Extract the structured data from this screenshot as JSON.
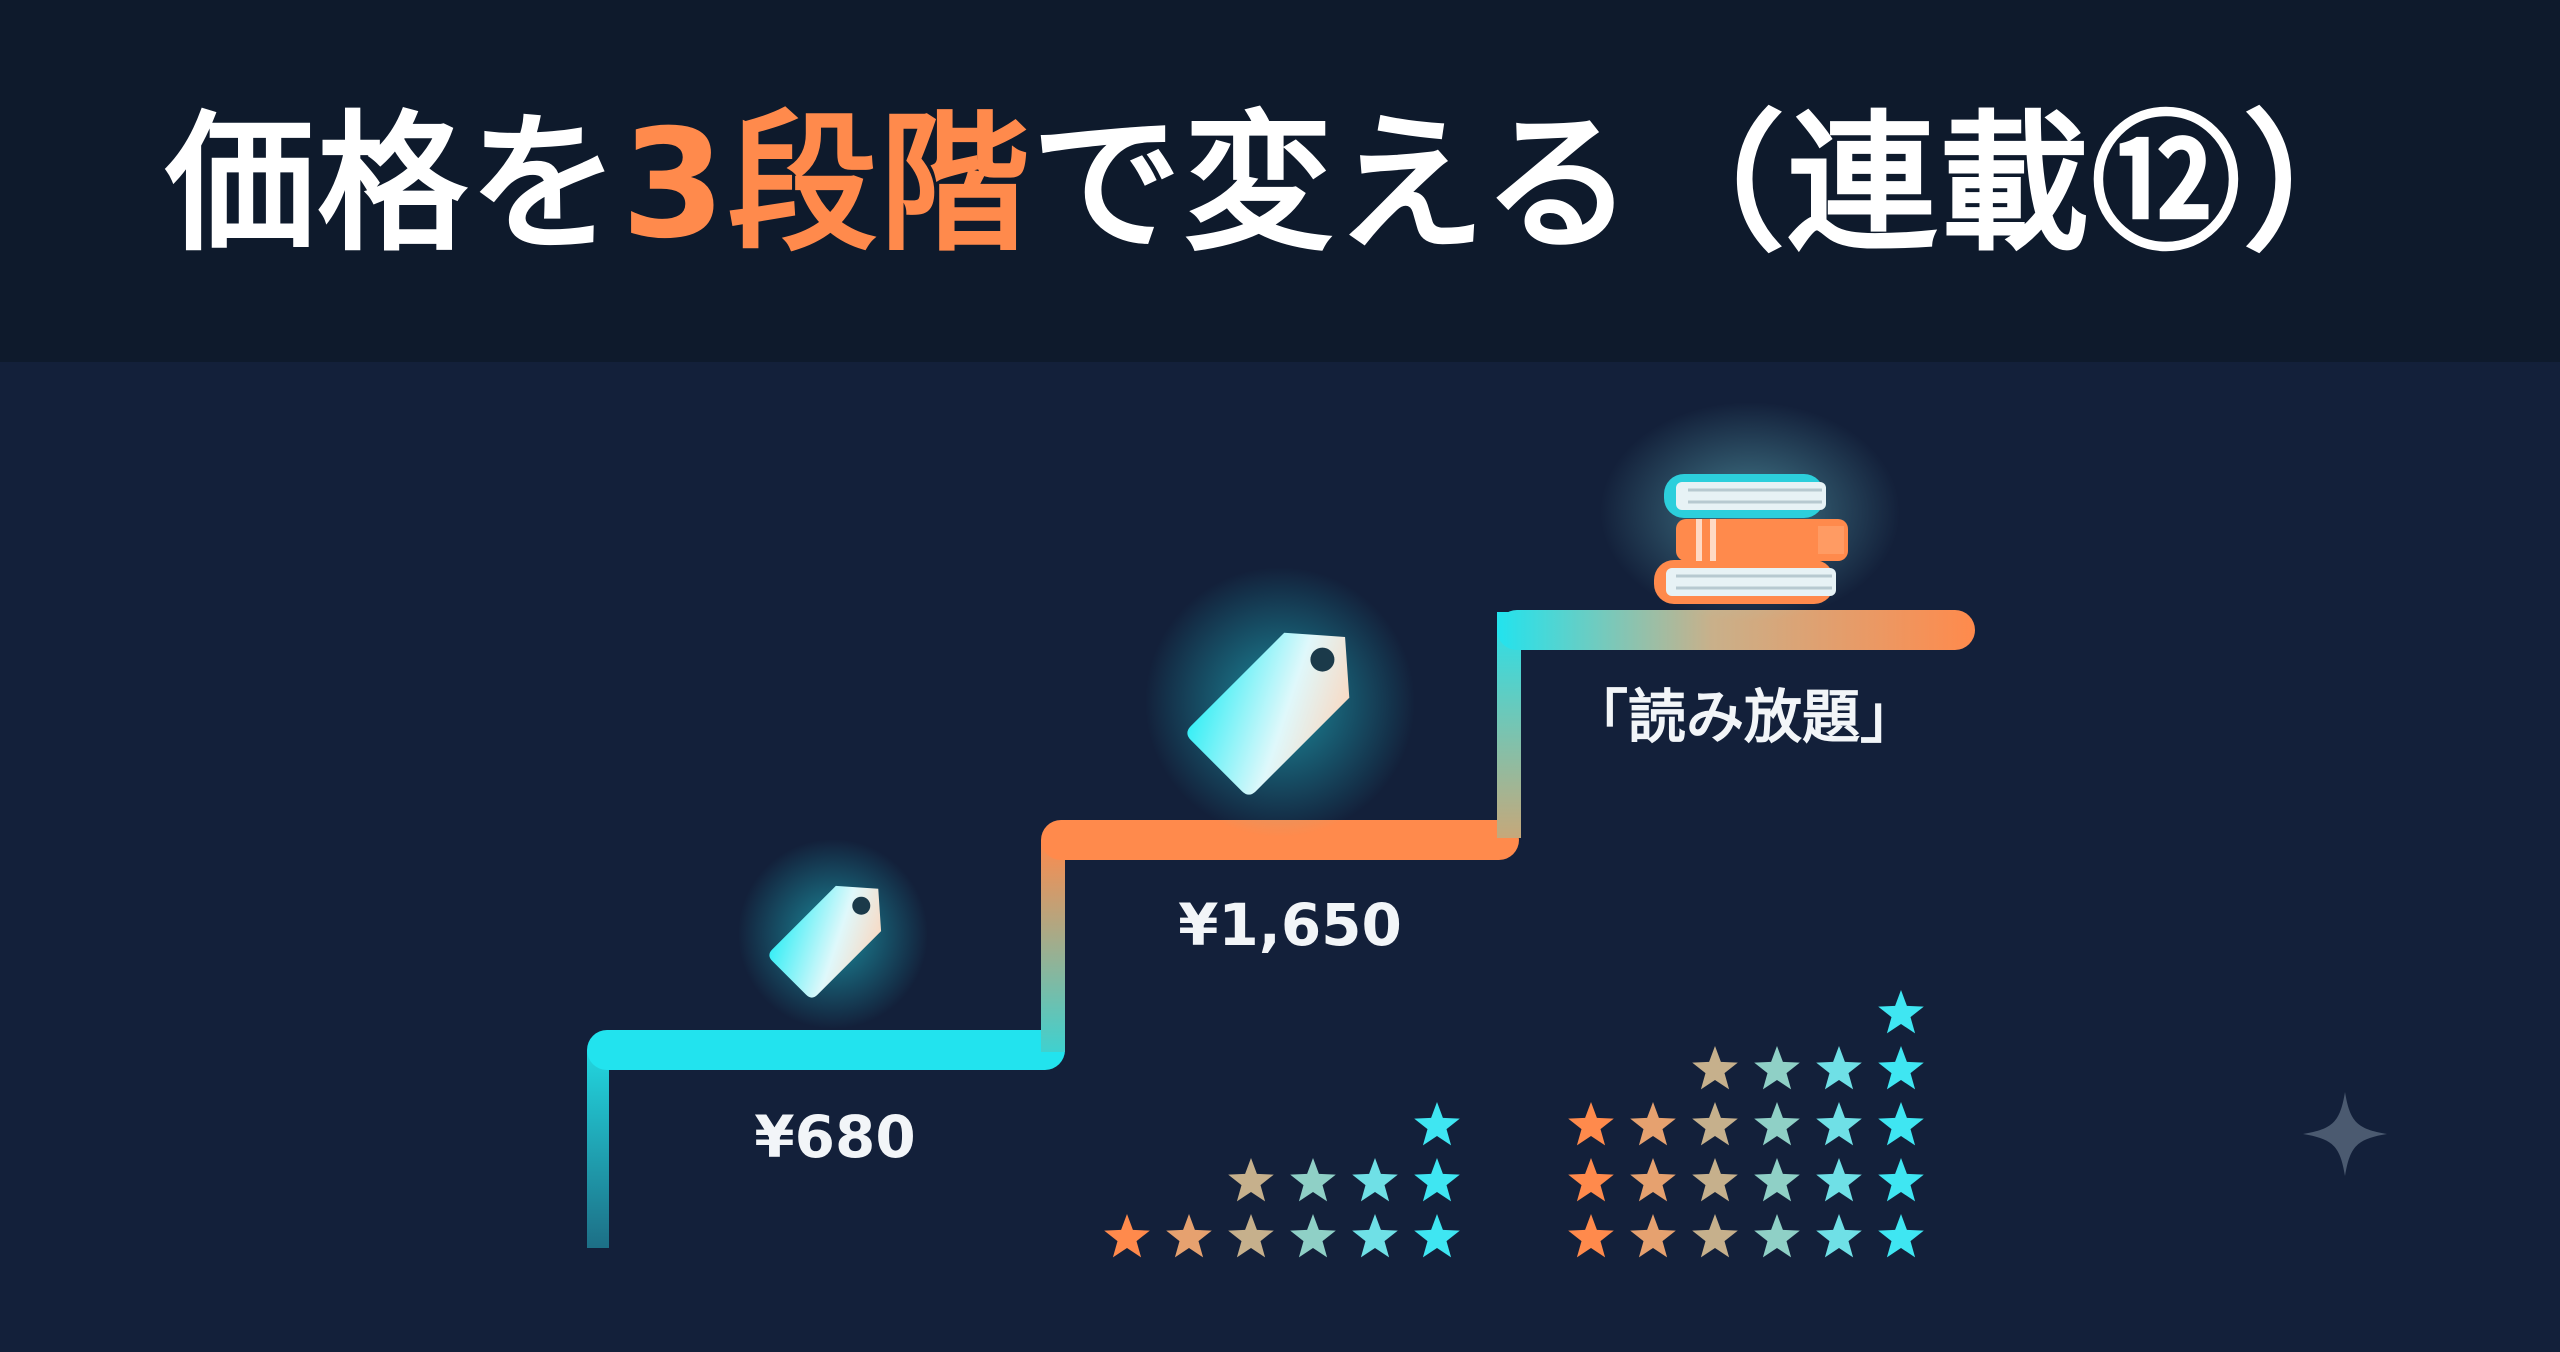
{
  "title": {
    "prefix": "価格を",
    "highlight": "3段階",
    "suffix": "で変える（連載⑫）"
  },
  "tiers": [
    {
      "label": "¥680",
      "level": 1
    },
    {
      "label": "¥1,650",
      "level": 2
    },
    {
      "label": "「読み放題」",
      "level": 3
    }
  ],
  "ratings": {
    "group_1_column_heights": [
      1,
      1,
      2,
      2,
      2,
      3
    ],
    "group_2_column_heights": [
      3,
      3,
      4,
      4,
      4,
      5
    ]
  },
  "colors": {
    "background": "#13203a",
    "header_background": "#0e1a2c",
    "accent_orange": "#ff8a4c",
    "accent_cyan": "#22e3ee",
    "text": "#ffffff"
  },
  "icons": {
    "tier_1": "price-tag-icon",
    "tier_2": "price-tag-icon",
    "tier_3": "book-stack-icon",
    "corner": "sparkle-icon",
    "rating": "star-icon"
  }
}
